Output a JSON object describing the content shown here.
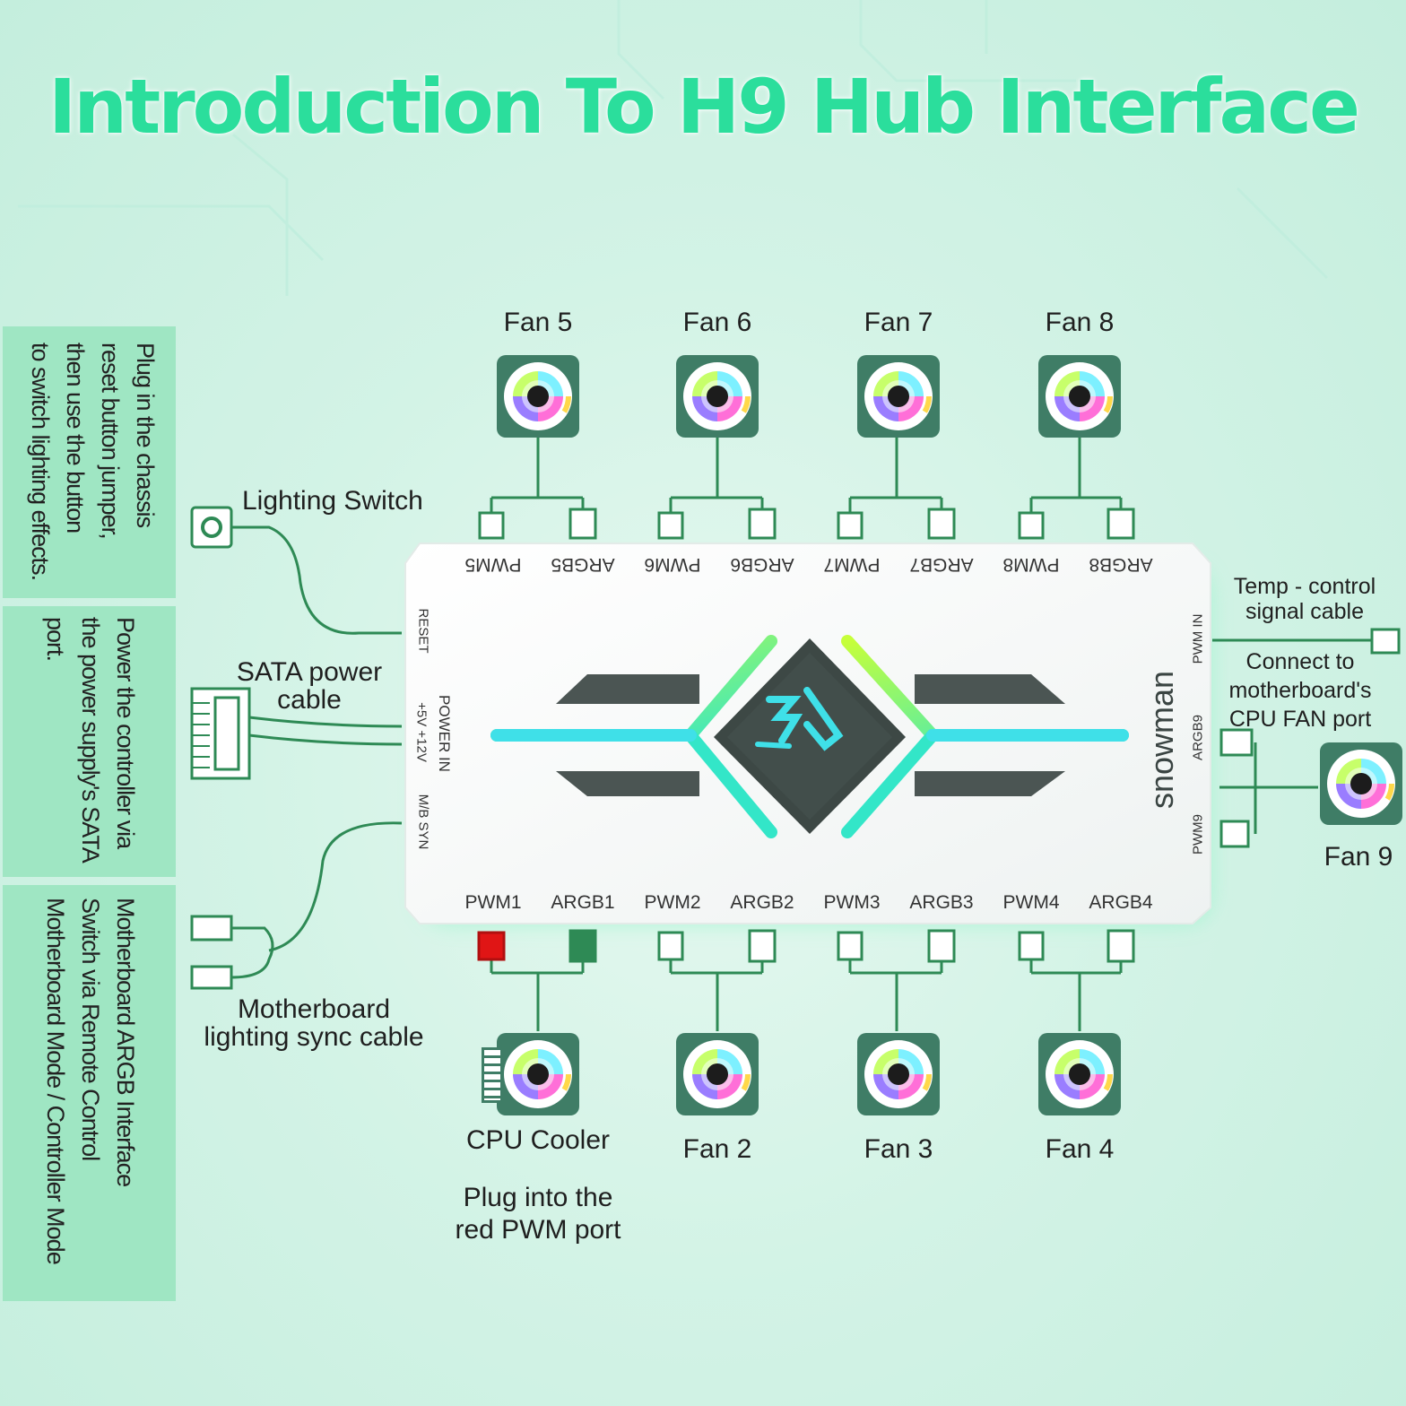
{
  "title": "Introduction To H9 Hub Interface",
  "side_notes": [
    "Plug in the chassis\nreset button jumper,\nthen use the button\nto switch lighting effects.",
    "Power the controller via\nthe power supply's SATA\nport.",
    "Motherboard ARGB Interface\nSwitch via Remote Control\nMotherboard Mode / Controller Mode"
  ],
  "labels": {
    "lighting_switch": "Lighting Switch",
    "sata_power": "SATA power\ncable",
    "mb_sync": "Motherboard\nlighting sync cable",
    "temp_control": "Temp - control\nsignal cable",
    "connect_mb": "Connect to\nmotherboard's\nCPU FAN port",
    "cpu_cooler": "CPU Cooler",
    "red_port_note": "Plug into the\nred PWM port"
  },
  "fans_top": [
    "Fan 5",
    "Fan 6",
    "Fan 7",
    "Fan 8"
  ],
  "fans_bottom": [
    "Fan 2",
    "Fan 3",
    "Fan 4"
  ],
  "fan_right": "Fan 9",
  "ports_top": [
    "PWM5",
    "ARGB5",
    "PWM6",
    "ARGB6",
    "PWM7",
    "ARGB7",
    "PWM8",
    "ARGB8"
  ],
  "ports_bottom": [
    "PWM1",
    "ARGB1",
    "PWM2",
    "ARGB2",
    "PWM3",
    "ARGB3",
    "PWM4",
    "ARGB4"
  ],
  "ports_left": {
    "reset": "RESET",
    "power_in": "POWER IN",
    "power_volts": "+5V  +12V",
    "mb_syn": "M/B SYN"
  },
  "ports_right": {
    "pwm_in": "PWM IN",
    "argb9": "ARGB9",
    "pwm9": "PWM9"
  },
  "brand": "snowman",
  "colors": {
    "title": "#2bde9c",
    "panel": "#9fe6c3",
    "wire": "#2e8a55",
    "cyan": "#3fe0e8",
    "red_port": "#e01515"
  }
}
